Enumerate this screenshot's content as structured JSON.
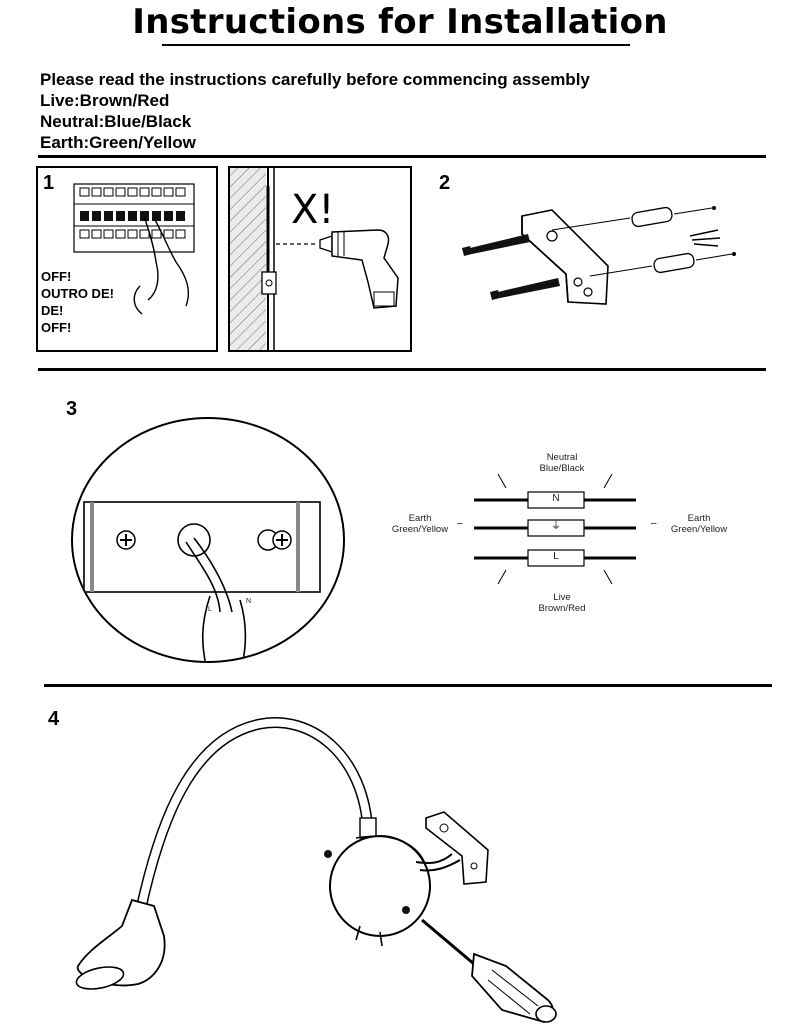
{
  "header": {
    "title": "Instructions for Installation"
  },
  "intro": {
    "lines": [
      "Please read the instructions carefully before commencing assembly",
      "Live:Brown/Red",
      "Neutral:Blue/Black",
      "Earth:Green/Yellow"
    ]
  },
  "steps": {
    "step1": {
      "number": "1",
      "off_labels": [
        "OFF!",
        "OUTRO DE!",
        "DE!",
        "OFF!"
      ],
      "warning": "X!"
    },
    "step2": {
      "number": "2"
    },
    "step3": {
      "number": "3",
      "neutral_label": [
        "Neutral",
        "Blue/Black"
      ],
      "earth_left": [
        "Earth",
        "Green/Yellow"
      ],
      "earth_right": [
        "Earth",
        "Green/Yellow"
      ],
      "live_label": [
        "Live",
        "Brown/Red"
      ],
      "terminal_n": "N",
      "terminal_e": "⏚",
      "terminal_l": "L",
      "wire_tags": [
        "L",
        "N"
      ]
    },
    "step4": {
      "number": "4"
    }
  }
}
